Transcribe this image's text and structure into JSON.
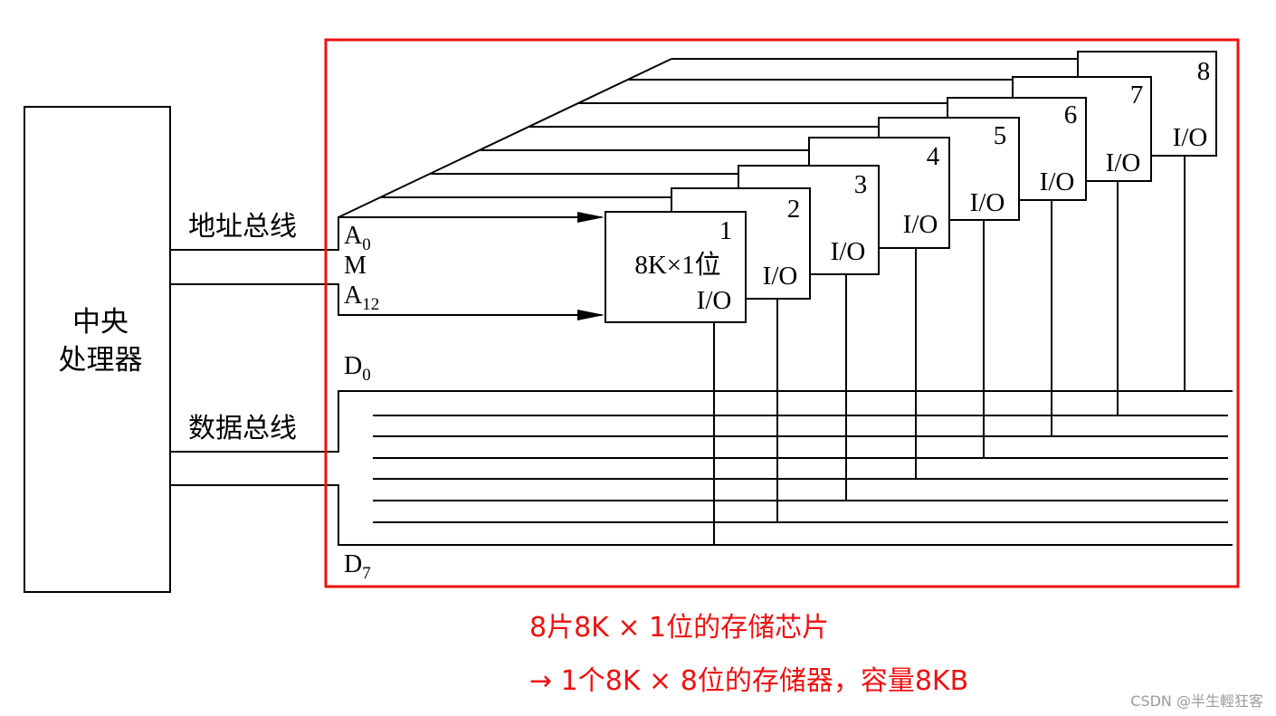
{
  "cpu": {
    "line1": "中央",
    "line2": "处理器"
  },
  "buses": {
    "address": "地址总线",
    "data": "数据总线"
  },
  "signals": {
    "a_base": "A",
    "a0_sub": "0",
    "m": "M",
    "a12_sub": "12",
    "d_base": "D",
    "d0_sub": "0",
    "d7_sub": "7"
  },
  "chips": [
    {
      "number": "1",
      "capacity": "8K×1位",
      "io": "I/O"
    },
    {
      "number": "2",
      "io": "I/O"
    },
    {
      "number": "3",
      "io": "I/O"
    },
    {
      "number": "4",
      "io": "I/O"
    },
    {
      "number": "5",
      "io": "I/O"
    },
    {
      "number": "6",
      "io": "I/O"
    },
    {
      "number": "7",
      "io": "I/O"
    },
    {
      "number": "8",
      "io": "I/O"
    }
  ],
  "notes": {
    "line1": "8片8K × 1位的存储芯片",
    "line2": "→  1个8K × 8位的存储器，容量8KB"
  },
  "colors": {
    "highlight": "#ee1111",
    "ink": "#000000"
  },
  "watermark": "CSDN @半生輕狂客"
}
